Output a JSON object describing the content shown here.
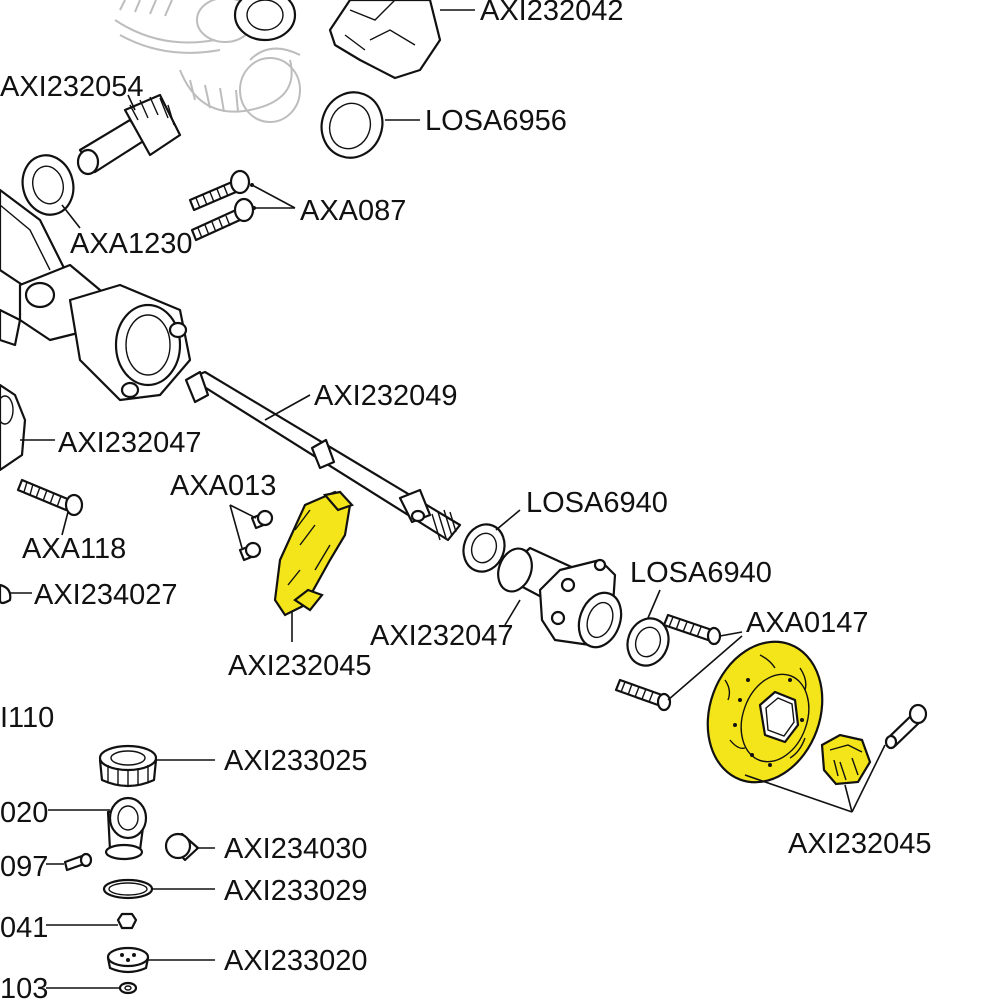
{
  "colors": {
    "highlight": "#f4e51a",
    "line": "#111111",
    "ghost": "#bdbdbd",
    "background": "#ffffff"
  },
  "labels": {
    "axi232042": "AXI232042",
    "axi232054": "AXI232054",
    "losa6956": "LOSA6956",
    "axa087": "AXA087",
    "axa1230": "AXA1230",
    "axi232049": "AXI232049",
    "axi232047_left": "AXI232047",
    "axa013": "AXA013",
    "axa118": "AXA118",
    "losa6940_a": "LOSA6940",
    "losa6940_b": "LOSA6940",
    "axi234027": "AXI234027",
    "axi232047_mid": "AXI232047",
    "axa0147": "AXA0147",
    "axi232045_left": "AXI232045",
    "axi110_partial": "I110",
    "axi233025": "AXI233025",
    "partial_020": "020",
    "axi234030": "AXI234030",
    "partial_097": "097",
    "axi233029": "AXI233029",
    "partial_041": "041",
    "axi233020": "AXI233020",
    "partial_103": "103",
    "axi232045_right": "AXI232045"
  }
}
